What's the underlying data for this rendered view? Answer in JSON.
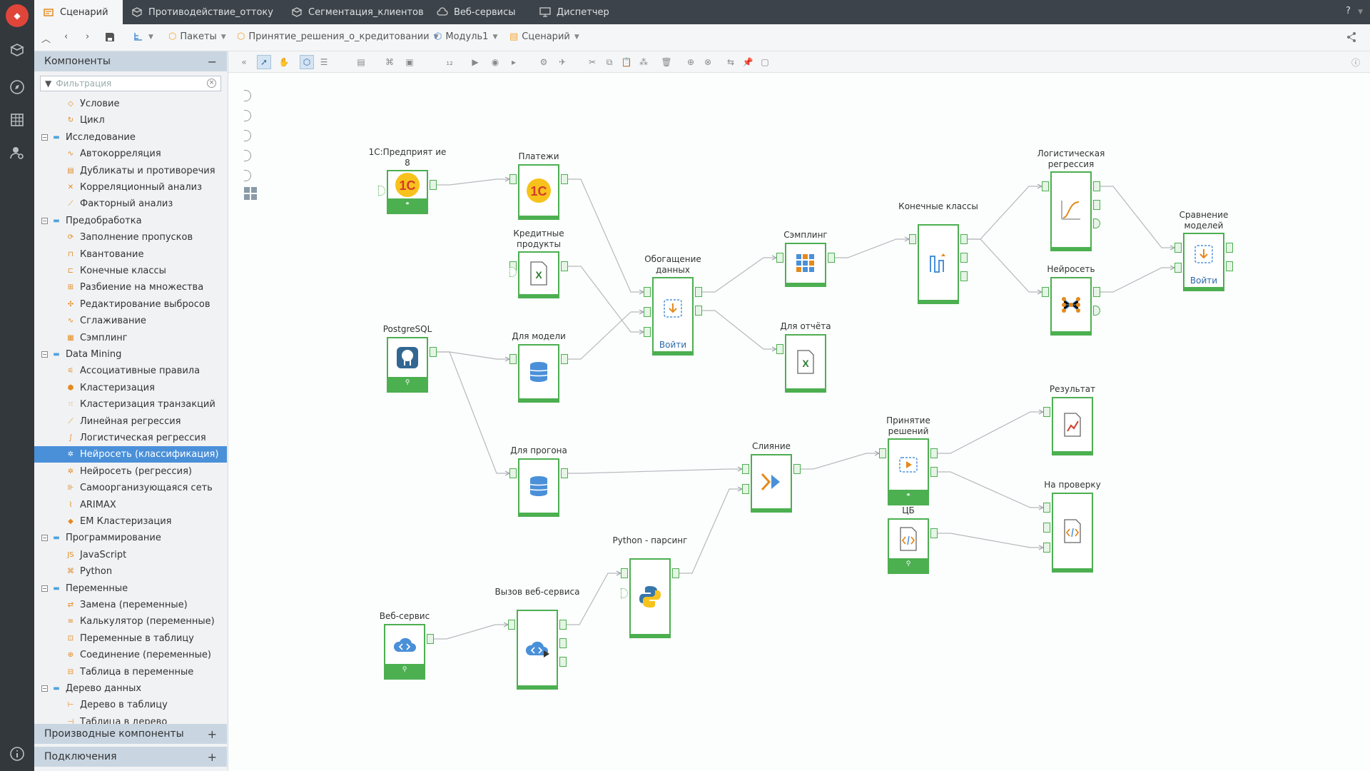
{
  "tabs": [
    {
      "label": "Сценарий"
    },
    {
      "label": "Противодействие_оттоку"
    },
    {
      "label": "Сегментация_клиентов"
    },
    {
      "label": "Веб-сервисы"
    },
    {
      "label": "Диспетчер"
    }
  ],
  "help": "?",
  "breadcrumb": [
    {
      "label": "Пакеты"
    },
    {
      "label": "Принятие_решения_о_кредитовании"
    },
    {
      "label": "Модуль1"
    },
    {
      "label": "Сценарий"
    }
  ],
  "sidebar": {
    "components_header": "Компоненты",
    "filter_placeholder": "Фильтрация",
    "items": [
      {
        "label": "Условие",
        "type": "leaf",
        "icon": "condition-icon"
      },
      {
        "label": "Цикл",
        "type": "leaf",
        "icon": "loop-icon"
      },
      {
        "label": "Исследование",
        "type": "folder"
      },
      {
        "label": "Автокорреляция",
        "type": "leaf",
        "icon": "autocorrelation-icon"
      },
      {
        "label": "Дубликаты и противоречия",
        "type": "leaf",
        "icon": "duplicates-icon"
      },
      {
        "label": "Корреляционный анализ",
        "type": "leaf",
        "icon": "correlation-icon"
      },
      {
        "label": "Факторный анализ",
        "type": "leaf",
        "icon": "factor-icon"
      },
      {
        "label": "Предобработка",
        "type": "folder"
      },
      {
        "label": "Заполнение пропусков",
        "type": "leaf",
        "icon": "fill-icon"
      },
      {
        "label": "Квантование",
        "type": "leaf",
        "icon": "quantize-icon"
      },
      {
        "label": "Конечные классы",
        "type": "leaf",
        "icon": "classes-icon"
      },
      {
        "label": "Разбиение на множества",
        "type": "leaf",
        "icon": "split-icon"
      },
      {
        "label": "Редактирование выбросов",
        "type": "leaf",
        "icon": "outliers-icon"
      },
      {
        "label": "Сглаживание",
        "type": "leaf",
        "icon": "smoothing-icon"
      },
      {
        "label": "Сэмплинг",
        "type": "leaf",
        "icon": "sampling-icon"
      },
      {
        "label": "Data Mining",
        "type": "folder"
      },
      {
        "label": "Ассоциативные правила",
        "type": "leaf",
        "icon": "association-icon"
      },
      {
        "label": "Кластеризация",
        "type": "leaf",
        "icon": "cluster-icon"
      },
      {
        "label": "Кластеризация транзакций",
        "type": "leaf",
        "icon": "cluster-tx-icon"
      },
      {
        "label": "Линейная регрессия",
        "type": "leaf",
        "icon": "linreg-icon"
      },
      {
        "label": "Логистическая регрессия",
        "type": "leaf",
        "icon": "logreg-icon"
      },
      {
        "label": "Нейросеть (классификация)",
        "type": "leaf",
        "icon": "neural-icon",
        "selected": true
      },
      {
        "label": "Нейросеть (регрессия)",
        "type": "leaf",
        "icon": "neural-icon"
      },
      {
        "label": "Самоорганизующаяся сеть",
        "type": "leaf",
        "icon": "som-icon"
      },
      {
        "label": "ARIMAX",
        "type": "leaf",
        "icon": "arimax-icon"
      },
      {
        "label": "EM Кластеризация",
        "type": "leaf",
        "icon": "em-icon"
      },
      {
        "label": "Программирование",
        "type": "folder"
      },
      {
        "label": "JavaScript",
        "type": "leaf",
        "icon": "js-icon"
      },
      {
        "label": "Python",
        "type": "leaf",
        "icon": "python-icon"
      },
      {
        "label": "Переменные",
        "type": "folder"
      },
      {
        "label": "Замена (переменные)",
        "type": "leaf",
        "icon": "replace-icon"
      },
      {
        "label": "Калькулятор (переменные)",
        "type": "leaf",
        "icon": "calc-icon"
      },
      {
        "label": "Переменные в таблицу",
        "type": "leaf",
        "icon": "var-table-icon"
      },
      {
        "label": "Соединение (переменные)",
        "type": "leaf",
        "icon": "join-icon"
      },
      {
        "label": "Таблица в переменные",
        "type": "leaf",
        "icon": "table-var-icon"
      },
      {
        "label": "Дерево данных",
        "type": "folder"
      },
      {
        "label": "Дерево в таблицу",
        "type": "leaf",
        "icon": "tree-table-icon"
      },
      {
        "label": "Таблица в дерево",
        "type": "leaf",
        "icon": "table-tree-icon"
      }
    ],
    "derived_header": "Производные компоненты",
    "connections_header": "Подключения"
  },
  "nodes": [
    {
      "id": "n1c",
      "label": "1С:Предприят ие 8",
      "kind": "1c-icon",
      "foot": "⚭"
    },
    {
      "id": "pay",
      "label": "Платежи",
      "kind": "1c-icon"
    },
    {
      "id": "credit",
      "label": "Кредитные продукты",
      "kind": "excel-icon"
    },
    {
      "id": "enrich",
      "label": "Обогащение данных",
      "kind": "enrich-icon",
      "enter": "Войти"
    },
    {
      "id": "pg",
      "label": "PostgreSQL",
      "kind": "postgres-icon",
      "foot": "⚲"
    },
    {
      "id": "model",
      "label": "Для модели",
      "kind": "database-icon"
    },
    {
      "id": "sampling",
      "label": "Сэмплинг",
      "kind": "sampling-grid-icon"
    },
    {
      "id": "report",
      "label": "Для отчёта",
      "kind": "excel-icon"
    },
    {
      "id": "classes",
      "label": "Конечные классы",
      "kind": "classes-icon"
    },
    {
      "id": "logreg",
      "label": "Логистическая регрессия",
      "kind": "logreg-icon"
    },
    {
      "id": "neuro",
      "label": "Нейросеть",
      "kind": "neural-icon"
    },
    {
      "id": "compare",
      "label": "Сравнение моделей",
      "kind": "enrich-icon",
      "enter": "Войти"
    },
    {
      "id": "run",
      "label": "Для прогона",
      "kind": "database-icon"
    },
    {
      "id": "merge",
      "label": "Слияние",
      "kind": "merge-icon"
    },
    {
      "id": "decision",
      "label": "Принятие решений",
      "kind": "decision-icon",
      "foot": "⚭"
    },
    {
      "id": "result",
      "label": "Результат",
      "kind": "chart-doc-icon"
    },
    {
      "id": "check",
      "label": "На проверку",
      "kind": "code-doc-icon"
    },
    {
      "id": "cb",
      "label": "ЦБ",
      "kind": "code-doc-icon",
      "foot": "⚲"
    },
    {
      "id": "py",
      "label": "Python - парсинг",
      "kind": "python-icon"
    },
    {
      "id": "ws",
      "label": "Веб-сервис",
      "kind": "cloud-icon",
      "foot": "⚲"
    },
    {
      "id": "callws",
      "label": "Вызов веб-сервиса",
      "kind": "cloud-call-icon"
    }
  ],
  "colors": {
    "accent": "#4caf50",
    "selection": "#4a90d9",
    "header": "#c9d6e2",
    "topbar": "#3d434a",
    "sidebar_dark": "#33383d"
  }
}
